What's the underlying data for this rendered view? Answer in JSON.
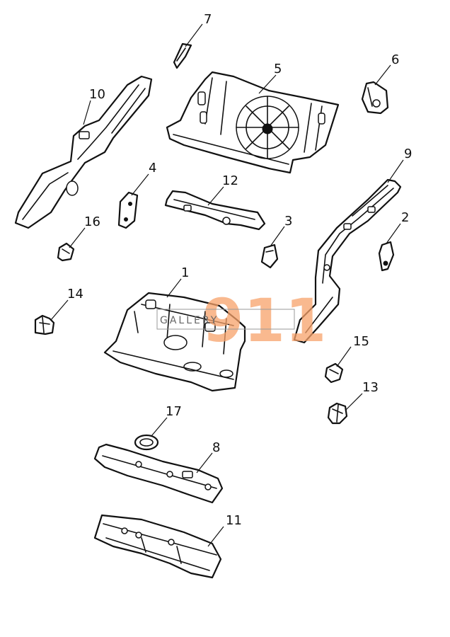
{
  "labels": {
    "p1": "1",
    "p2": "2",
    "p3": "3",
    "p4": "4",
    "p5": "5",
    "p6": "6",
    "p7": "7",
    "p8": "8",
    "p9": "9",
    "p10": "10",
    "p11": "11",
    "p12": "12",
    "p13": "13",
    "p14": "14",
    "p15": "15",
    "p16": "16",
    "p17": "17"
  },
  "watermark": {
    "number": "911",
    "text": "GALLERY",
    "color": "#f7a26a"
  },
  "colors": {
    "line": "#111111",
    "background": "#ffffff"
  }
}
